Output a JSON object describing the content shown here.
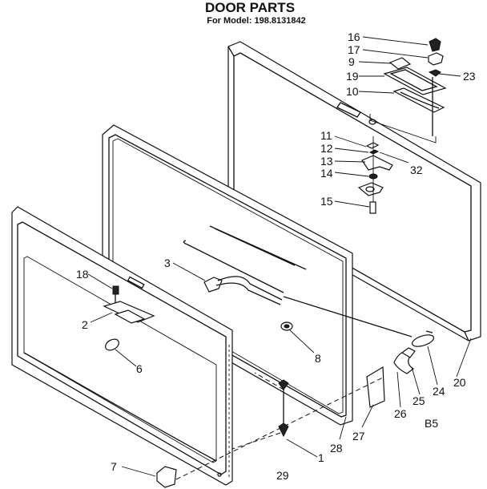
{
  "title": "DOOR PARTS",
  "model_line": "For Model: 198.8131842",
  "corner_code": "B5",
  "callouts": [
    "16",
    "17",
    "9",
    "19",
    "10",
    "23",
    "11",
    "12",
    "13",
    "14",
    "15",
    "32",
    "3",
    "18",
    "2",
    "6",
    "8",
    "20",
    "24",
    "25",
    "26",
    "27",
    "28",
    "1",
    "7",
    "29"
  ]
}
